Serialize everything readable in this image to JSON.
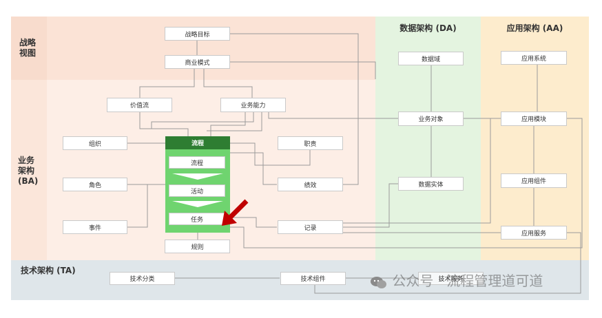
{
  "zones": {
    "strategy": "战略\n视图",
    "business": "业务\n架构\n(BA)",
    "tech": "技术架构 (TA)",
    "data": "数据架构 (DA)",
    "app": "应用架构 (AA)"
  },
  "strategy_boxes": {
    "goal": "战略目标",
    "model": "商业模式"
  },
  "business_boxes": {
    "value_stream": "价值流",
    "capability": "业务能力",
    "org": "组织",
    "role": "角色",
    "event": "事件",
    "duty": "职责",
    "performance": "绩效",
    "record": "记录",
    "rule": "规则"
  },
  "process": {
    "header": "流程",
    "items": [
      "流程",
      "活动",
      "任务"
    ]
  },
  "data_boxes": {
    "domain": "数据域",
    "object": "业务对象",
    "entity": "数据实体"
  },
  "app_boxes": {
    "system": "应用系统",
    "module": "应用模块",
    "component": "应用组件",
    "service": "应用服务"
  },
  "tech_boxes": {
    "category": "技术分类",
    "component": "技术组件",
    "service": "技术服务"
  },
  "watermark": "公众号 · 流程管理道可道",
  "colors": {
    "ba_band": "#fdeee6",
    "strategy_band": "#fbe3d6",
    "da_band": "#e4f4e0",
    "aa_band": "#fdeccd",
    "ta_band": "#dfe6ea",
    "arrow": "#c00000"
  }
}
